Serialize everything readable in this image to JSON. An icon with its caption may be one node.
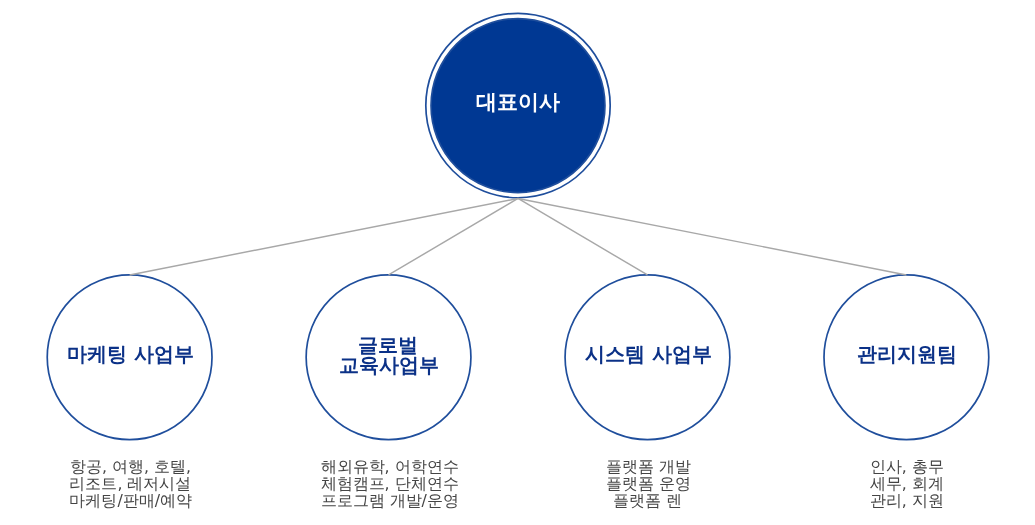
{
  "diagram": {
    "nodes": [
      {
        "text": [
          "대표이사"
        ]
      },
      {
        "text": [
          "마케팅 사업부"
        ],
        "beside": [
          "항공, 여행, 호텔, 리조트, 레저시설 마케팅/판매/예약"
        ]
      },
      {
        "text": [
          "글로벌 교육사업부"
        ],
        "beside": [
          "해외유학, 어학연수",
          "체험캠프, 단체연수",
          "프로그램 개발/운영"
        ]
      },
      {
        "text": [
          "시스템 사업부"
        ],
        "beside": [
          "플랫폼 개발",
          "플랫폼 운영",
          "플랫폼 렌"
        ]
      },
      {
        "text": [
          "관리지원팀"
        ],
        "beside": [
          "인사, 총무",
          "세무, 회계",
          "관리, 지원"
        ]
      }
    ],
    "edges": [
      {
        "from": 0,
        "to": 1,
        "arrow": "none"
      },
      {
        "from": 0,
        "to": 2,
        "arrow": "none"
      },
      {
        "from": 0,
        "to": 3,
        "arrow": "none"
      },
      {
        "from": 0,
        "to": 4,
        "arrow": "none"
      }
    ]
  }
}
